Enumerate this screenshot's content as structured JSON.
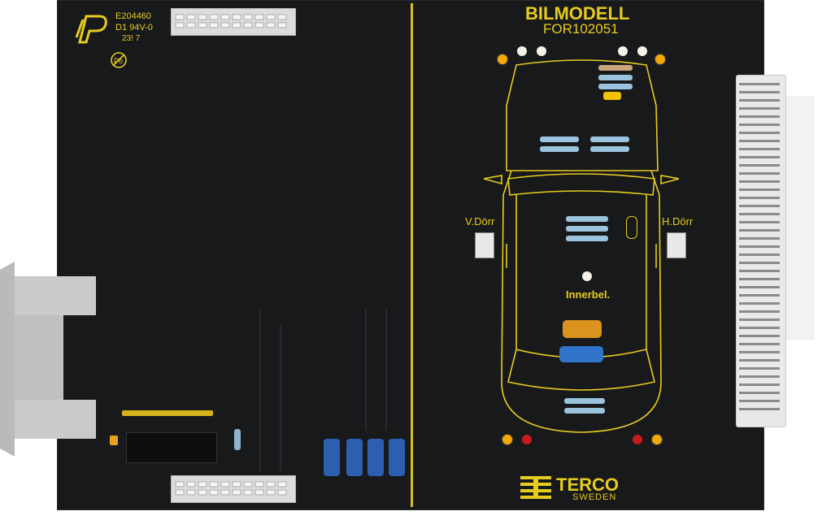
{
  "board": {
    "title": "BILMODELL",
    "code": "FOR102051",
    "left_door_label": "V.Dörr",
    "right_door_label": "H.Dörr",
    "interior_light_label": "Innerbel.",
    "brand": "TERCO",
    "brand_sub": "SWEDEN",
    "cert_line1": "E204460",
    "cert_line2": "D1  94V-0",
    "cert_line3": "23! 7",
    "colors": {
      "pcb": "#18191b",
      "silkscreen": "#e6cc1e",
      "connector": "#e9e9ea"
    }
  }
}
